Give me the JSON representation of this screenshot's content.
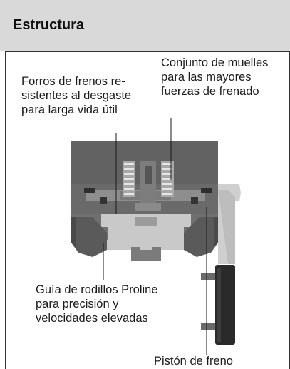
{
  "panel": {
    "title": "Estructura"
  },
  "labels": {
    "linings": "Forros de frenos re-\nsistentes al desgaste\npara larga vida útil",
    "springs": "Conjunto de muelles\npara las mayores\nfuerzas de frenado",
    "guide": "Guía de rodillos Proline\npara precisión y\nvelocidades elevadas",
    "piston": "Pistón de freno"
  },
  "colors": {
    "header_bg": "#d9d9d9",
    "body_dark": "#5f5f5f",
    "body_mid": "#8a8a8a",
    "body_light": "#c4c4c4",
    "insert": "#a0a0a0",
    "plate": "#2a2a2a"
  }
}
